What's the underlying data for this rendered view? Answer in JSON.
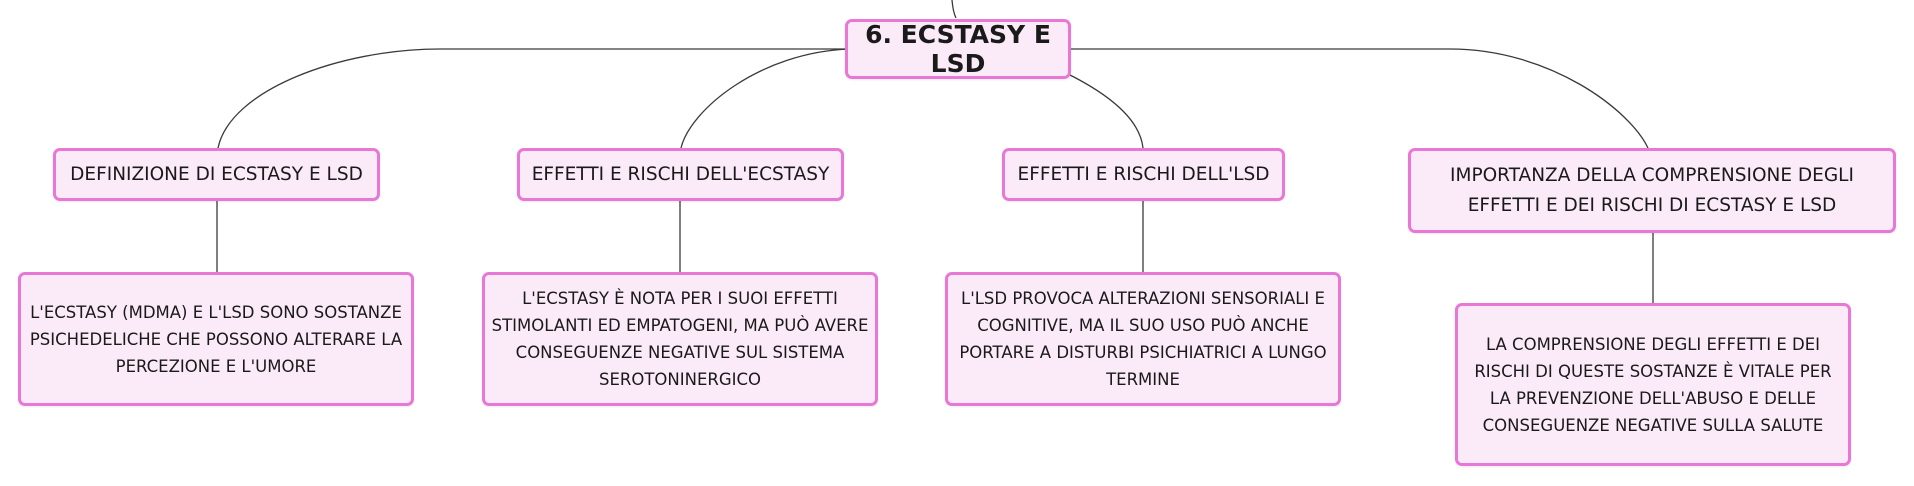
{
  "colors": {
    "node_fill": "#fbeaf8",
    "node_border": "#e877d6",
    "connector": "#3a3a3a",
    "text": "#1a1a1a"
  },
  "root": {
    "title": "6. ECSTASY E LSD"
  },
  "topics": [
    {
      "title": "DEFINIZIONE DI ECSTASY E LSD",
      "detail": "L'ECSTASY (MDMA) E L'LSD SONO SOSTANZE PSICHEDELICHE CHE POSSONO ALTERARE LA PERCEZIONE E L'UMORE"
    },
    {
      "title": "EFFETTI E RISCHI DELL'ECSTASY",
      "detail": "L'ECSTASY È NOTA PER I SUOI EFFETTI STIMOLANTI ED EMPATOGENI, MA PUÒ AVERE CONSEGUENZE NEGATIVE SUL SISTEMA SEROTONINERGICO"
    },
    {
      "title": "EFFETTI E RISCHI DELL'LSD",
      "detail": "L'LSD PROVOCA ALTERAZIONI SENSORIALI E COGNITIVE, MA IL SUO USO PUÒ ANCHE PORTARE A DISTURBI PSICHIATRICI A LUNGO TERMINE"
    },
    {
      "title": "IMPORTANZA DELLA COMPRENSIONE DEGLI EFFETTI E DEI RISCHI DI ECSTASY E LSD",
      "detail": "LA COMPRENSIONE DEGLI EFFETTI E DEI RISCHI DI QUESTE SOSTANZE È VITALE PER LA PREVENZIONE DELL'ABUSO E DELLE CONSEGUENZE NEGATIVE SULLA SALUTE"
    }
  ]
}
